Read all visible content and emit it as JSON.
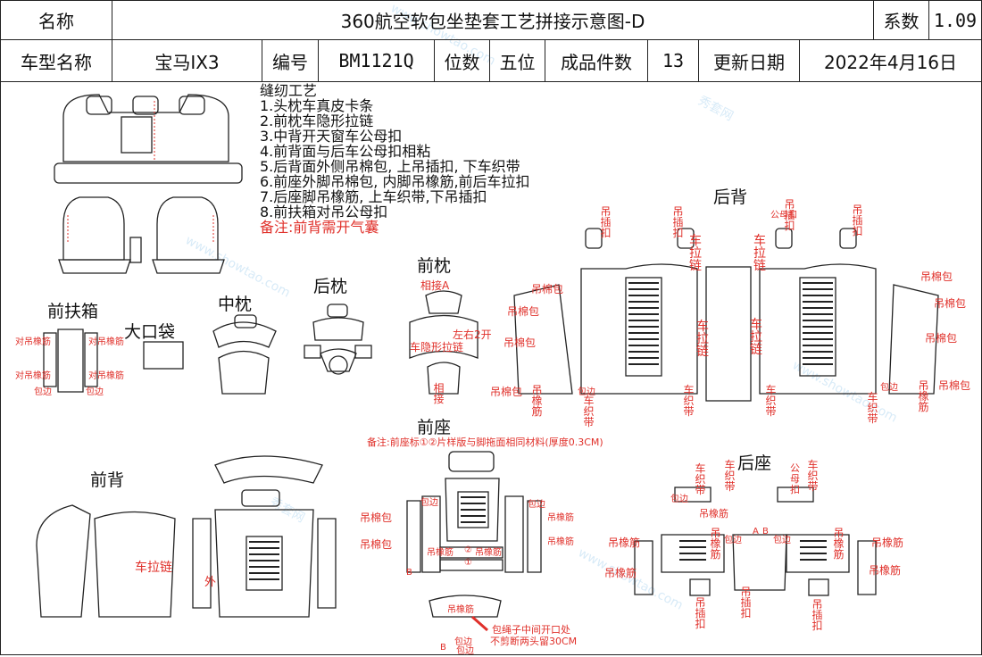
{
  "header": {
    "name_label": "名称",
    "title": "360航空软包坐垫套工艺拼接示意图-D",
    "coef_label": "系数",
    "coef_value": "1.09",
    "model_label": "车型名称",
    "model_value": "宝马IX3",
    "code_label": "编号",
    "code_value": "BM1121Q",
    "seats_label": "位数",
    "seats_value": "五位",
    "pieces_label": "成品件数",
    "pieces_value": "13",
    "date_label": "更新日期",
    "date_value": "2022年4月16日"
  },
  "process": {
    "title": "缝纫工艺",
    "steps": [
      "1.头枕车真皮卡条",
      "2.前枕车隐形拉链",
      "3.中背开天窗车公母扣",
      "4.前背面与后车公母扣相粘",
      "5.后背面外侧吊棉包, 上吊插扣, 下车织带",
      "6.前座外脚吊棉包, 内脚吊橡筋,前后车拉扣",
      "7.后座脚吊橡筋, 上车织带,下吊插扣",
      "8.前扶箱对吊公母扣"
    ],
    "remark": "备注:前背需开气囊"
  },
  "sections": {
    "front_armrest": "前扶箱",
    "big_pocket": "大口袋",
    "mid_pillow": "中枕",
    "rear_pillow": "后枕",
    "front_pillow": "前枕",
    "rear_back": "后背",
    "front_seat": "前座",
    "rear_seat": "后座",
    "front_back": "前背"
  },
  "front_seat_remark": "备注:前座标①②片样版与脚拖面相同材料(厚度0.3CM)",
  "annotations": {
    "hang_elastic_pair": "对吊橡筋",
    "wrap_edge": "包边",
    "hang_cotton": "吊棉包",
    "hang_elastic": "吊橡筋",
    "hang_buckle": "吊插扣",
    "zipper": "车拉链",
    "webbing": "车织带",
    "male_female_buckle": "公母扣",
    "left_right_open": "左右2开",
    "hidden_zipper": "车隐形拉链",
    "join_a": "相接A",
    "join": "相接",
    "sew_zipper": "车拉链",
    "outer": "外",
    "piece1": "①",
    "piece2": "②",
    "rope_note1": "包绳子中间开口处",
    "rope_note2": "不剪断两头留30CM",
    "mark_a": "A",
    "mark_b": "B"
  },
  "watermark": {
    "brand": "秀套网",
    "url": "www.showtao.com"
  },
  "colors": {
    "annotation_red": "#e0302a",
    "line": "#222222",
    "watermark_blue": "#2a8fd6"
  }
}
